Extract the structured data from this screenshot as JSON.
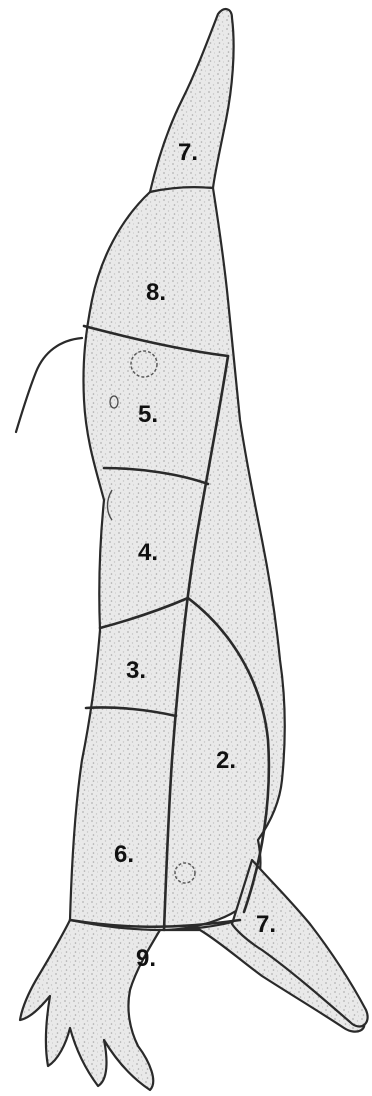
{
  "diagram": {
    "labels": {
      "cut_7_top": "7.",
      "cut_8": "8.",
      "cut_5": "5.",
      "cut_4": "4.",
      "cut_3": "3.",
      "cut_2": "2.",
      "cut_6": "6.",
      "cut_7_bottom": "7.",
      "cut_9": "9."
    },
    "colors": {
      "background": "#ffffff",
      "ink": "#2a2a2a",
      "shading": "#c9c9c9",
      "label": "#111111"
    }
  }
}
